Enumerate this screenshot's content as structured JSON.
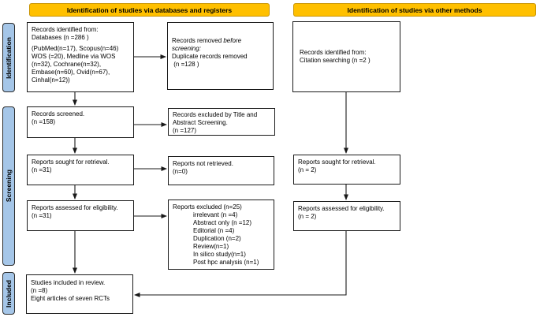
{
  "headers": {
    "left": "Identification of studies via databases and registers",
    "right": "Identification of studies via other methods"
  },
  "sidebar": {
    "identification": "Identification",
    "screening": "Screening",
    "included": "Included"
  },
  "colors": {
    "header_fill": "#FFC000",
    "header_border": "#C99400",
    "sidebar_fill": "#A5C6E8",
    "box_border": "#1A1A1A",
    "arrow": "#1A1A1A"
  },
  "boxes": {
    "db_records": {
      "lines": [
        "Records identified from:",
        "Databases (n =286 )",
        "(PubMed(n=17), Scopus(n=46)",
        "WOS (=20), Medline via WOS",
        "(n=32), Cochrane(n=32),",
        "Embase(n=60), Ovid(n=67),",
        "Cinhal(n=12))"
      ]
    },
    "removed": {
      "pre": "Records removed ",
      "italic1": "before",
      "italic2": "screening:",
      "line3": "Duplicate records removed",
      "line4": " (n =128 )"
    },
    "screened": {
      "lines": [
        "Records screened.",
        "(n =158)"
      ]
    },
    "excluded_title": {
      "lines": [
        "Records excluded by Title and",
        "Abstract Screening.",
        "(n =127)"
      ]
    },
    "sought": {
      "lines": [
        "Reports sought for retrieval.",
        "(n =31)"
      ]
    },
    "not_retrieved": {
      "lines": [
        "Reports not retrieved.",
        "(n=0)"
      ]
    },
    "assessed": {
      "lines": [
        "Reports assessed for eligibility.",
        "(n =31)"
      ]
    },
    "excluded_reports": {
      "title": "Reports excluded (n=25)",
      "items": [
        "irrelevant (n =4)",
        "Abstract only (n =12)",
        "Editorial (n =4)",
        "Duplication (n=2)",
        "Review(n=1)",
        "In silico study(n=1)",
        "Post hpc analysis (n=1)"
      ]
    },
    "included": {
      "lines": [
        "Studies included in review.",
        "(n =8)",
        "Eight articles of seven RCTs"
      ]
    },
    "other_records": {
      "lines": [
        "Records identified from:",
        "Citation searching (n =2 )"
      ]
    },
    "other_sought": {
      "lines": [
        "Reports sought for retrieval.",
        "(n = 2)"
      ]
    },
    "other_assessed": {
      "lines": [
        "Reports assessed for eligibility.",
        "(n = 2)"
      ]
    }
  }
}
